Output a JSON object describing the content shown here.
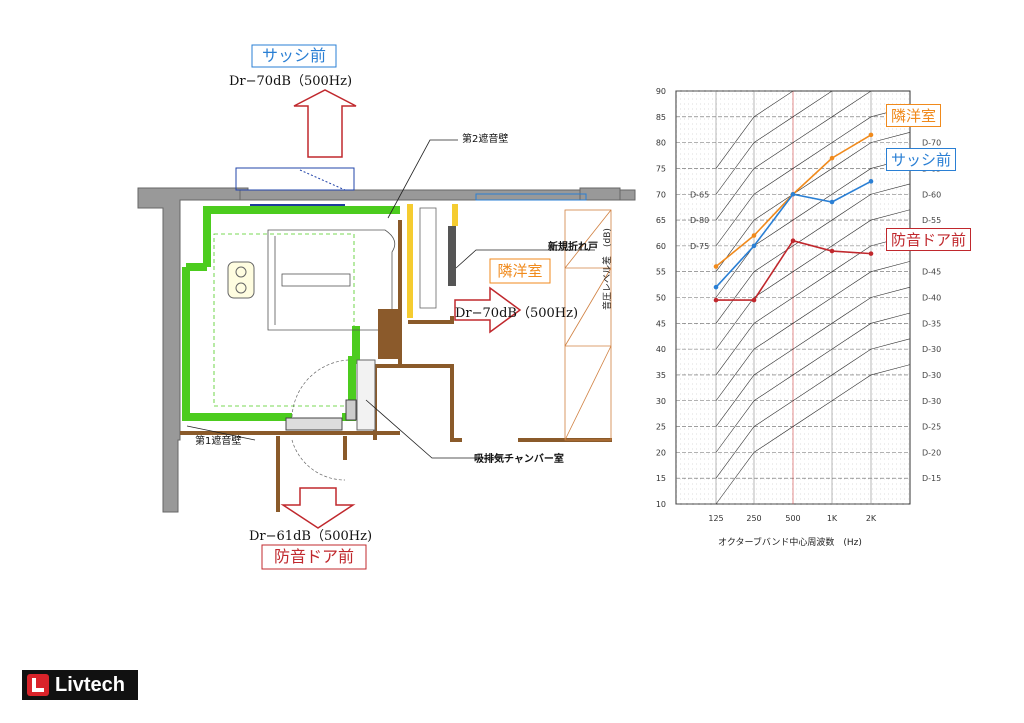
{
  "floorplan": {
    "sash_label": "サッシ前",
    "sash_value": "Dr−70dB（500Hz)",
    "door_label": "防音ドア前",
    "door_value": "Dr−61dB（500Hz)",
    "neighbor_label": "隣洋室",
    "neighbor_value": "Dr−70dB（500Hz)",
    "wall2_label": "第2遮音壁",
    "wall1_label": "第1遮音壁",
    "folding_door_label": "新規折れ戸",
    "chamber_label": "吸排気チャンバー室"
  },
  "chart_data": {
    "type": "line",
    "x": [
      "125",
      "250",
      "500",
      "1K",
      "2K"
    ],
    "xlabel": "オクターブバンド中心周波数　(Hz)",
    "ylabel": "音圧レベル差　(dB)",
    "ylim": [
      10,
      90
    ],
    "yticks": [
      10,
      15,
      20,
      25,
      30,
      35,
      40,
      45,
      50,
      55,
      60,
      65,
      70,
      75,
      80,
      85,
      90
    ],
    "dgrades_right": [
      "D-70",
      "D-65",
      "D-60",
      "D-55",
      "D-50",
      "D-45",
      "D-40",
      "D-35",
      "D-30",
      "D-30",
      "D-30",
      "D-25",
      "D-20",
      "D-15"
    ],
    "dgrades_left": [
      "D-65",
      "D-80",
      "D-75"
    ],
    "series": [
      {
        "name": "隣洋室",
        "color": "#f08a1c",
        "values": [
          56,
          62,
          70,
          77,
          81.5
        ]
      },
      {
        "name": "サッシ前",
        "color": "#2a7fd4",
        "values": [
          52,
          60,
          70,
          68.5,
          72.5
        ]
      },
      {
        "name": "防音ドア前",
        "color": "#c0282d",
        "values": [
          49.5,
          49.5,
          61,
          59,
          58.5
        ]
      }
    ]
  },
  "logo": {
    "text": "Livtech"
  }
}
